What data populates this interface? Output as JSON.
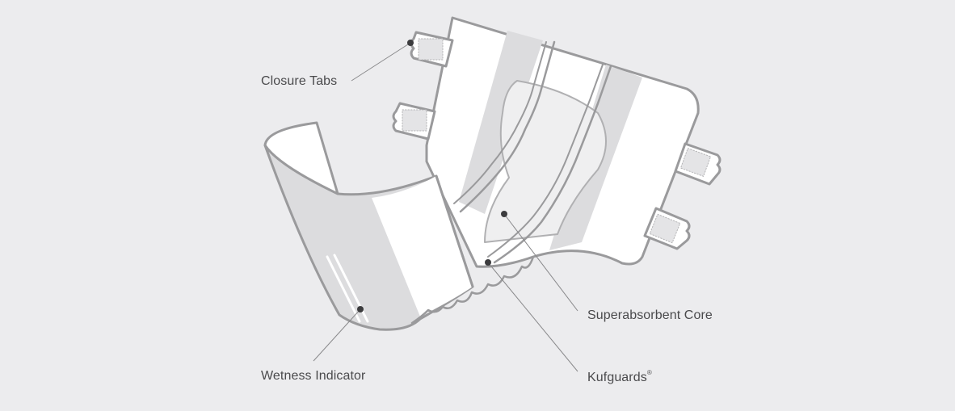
{
  "colors": {
    "background": "#ececee",
    "outline": "#9a9a9c",
    "panel_white": "#ffffff",
    "panel_shade": "#dcdcde",
    "core_shade": "#efeff0",
    "leader_line": "#8a8a8c",
    "marker_dot": "#3c3c3e",
    "label_text": "#4a4a4c"
  },
  "callouts": {
    "closure_tabs": "Closure Tabs",
    "superabsorbent_core": "Superabsorbent Core",
    "kufguards": "Kufguards",
    "kufguards_mark": "®",
    "wetness_indicator": "Wetness Indicator"
  }
}
